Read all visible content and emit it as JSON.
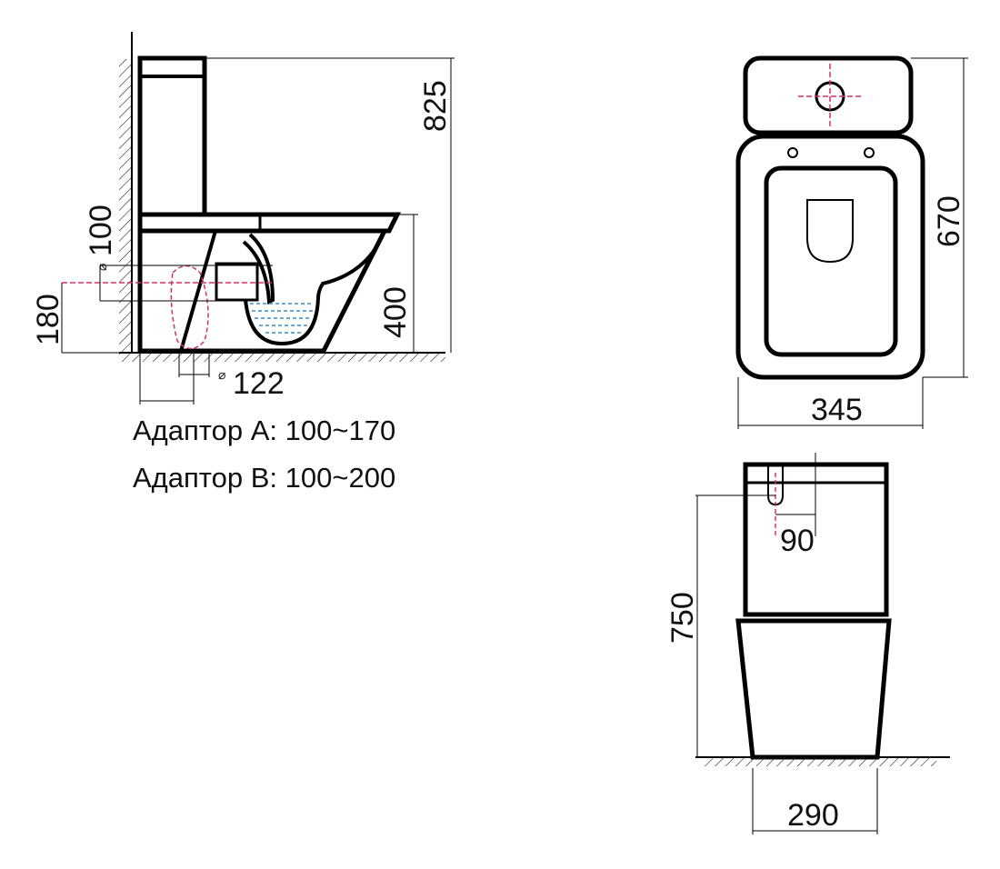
{
  "dimensions": {
    "height_total": "825",
    "height_seat": "400",
    "outlet_height": "180",
    "pipe_diameter": "100",
    "pipe_diameter_symbol": "⌀",
    "outlet_diameter": "122",
    "outlet_diameter_symbol": "⌀",
    "length": "670",
    "width": "345",
    "tank_hole_offset": "90",
    "back_height": "750",
    "base_width": "290"
  },
  "notes": {
    "adapter_a": "Адаптор А: 100~170",
    "adapter_b": "Адаптор В: 100~200"
  },
  "colors": {
    "line": "#000000",
    "centerline": "#d0306a",
    "water": "#3a8fd0"
  }
}
